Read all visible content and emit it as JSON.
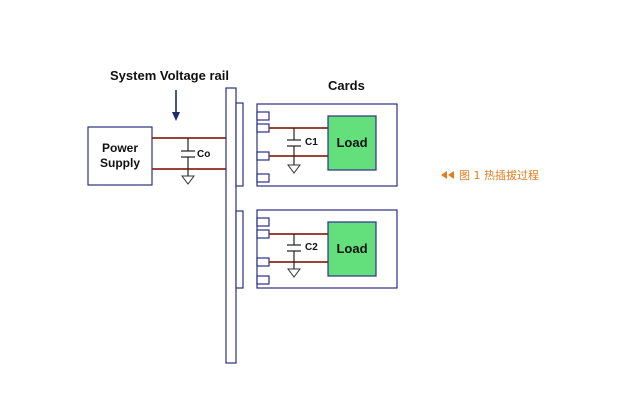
{
  "labels": {
    "rail": "System Voltage rail",
    "cards": "Cards"
  },
  "power_supply": {
    "line1": "Power",
    "line2": "Supply"
  },
  "capacitors": {
    "co": "Co",
    "c1": "C1",
    "c2": "C2"
  },
  "loads": {
    "card1": "Load",
    "card2": "Load"
  },
  "caption": {
    "icon": "double-left-triangle-icon",
    "text": "图 1  热插拔过程"
  },
  "colors": {
    "wire": "#8a2a1c",
    "load_fill": "#63e07c",
    "outline": "#2b2f86",
    "caption": "#e07d1e",
    "arrow": "#1f2a6e"
  }
}
